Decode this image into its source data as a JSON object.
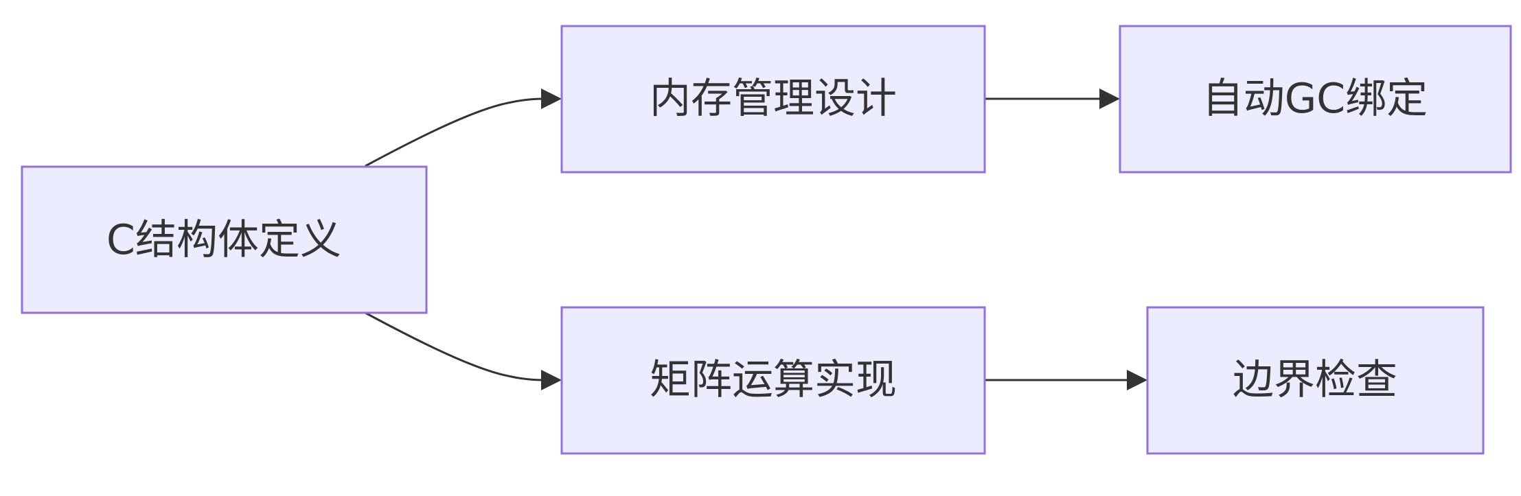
{
  "diagram": {
    "nodes": {
      "c_struct": {
        "label": "C结构体定义"
      },
      "memory": {
        "label": "内存管理设计"
      },
      "gc_binding": {
        "label": "自动GC绑定"
      },
      "matrix": {
        "label": "矩阵运算实现"
      },
      "bounds": {
        "label": "边界检查"
      }
    },
    "edges": [
      {
        "from": "c_struct",
        "to": "memory"
      },
      {
        "from": "c_struct",
        "to": "matrix"
      },
      {
        "from": "memory",
        "to": "gc_binding"
      },
      {
        "from": "matrix",
        "to": "bounds"
      }
    ],
    "colors": {
      "node_fill": "#ececff",
      "node_stroke": "#9370db",
      "edge": "#333333",
      "text": "#333333"
    }
  }
}
